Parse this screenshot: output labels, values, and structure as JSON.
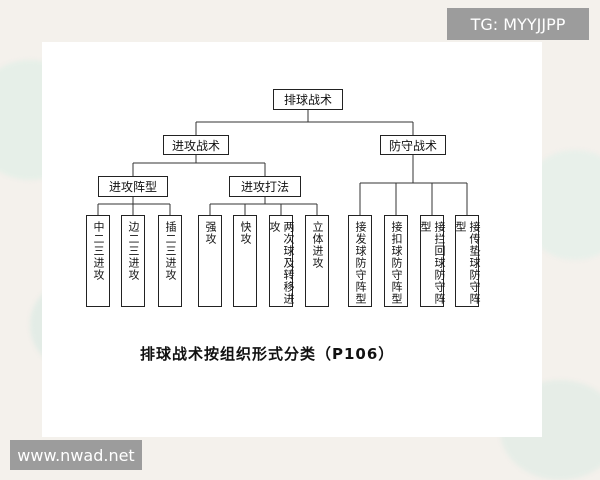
{
  "watermarks": {
    "top_right": "TG: MYYJJPP",
    "bottom_left": "www.nwad.net"
  },
  "diagram": {
    "root": "排球战术",
    "offense": "进攻战术",
    "defense": "防守战术",
    "offense_formation": "进攻阵型",
    "offense_method": "进攻打法",
    "formation_items": [
      "中二三进攻",
      "边二三进攻",
      "插二三进攻"
    ],
    "method_items": [
      "强攻",
      "快攻",
      "两次球及转移进攻",
      "立体进攻"
    ],
    "defense_items": [
      "接发球防守阵型",
      "接扣球防守阵型",
      "接拦回球防守阵型",
      "接传垫球防守阵型"
    ]
  },
  "caption": "排球战术按组织形式分类（P106）"
}
